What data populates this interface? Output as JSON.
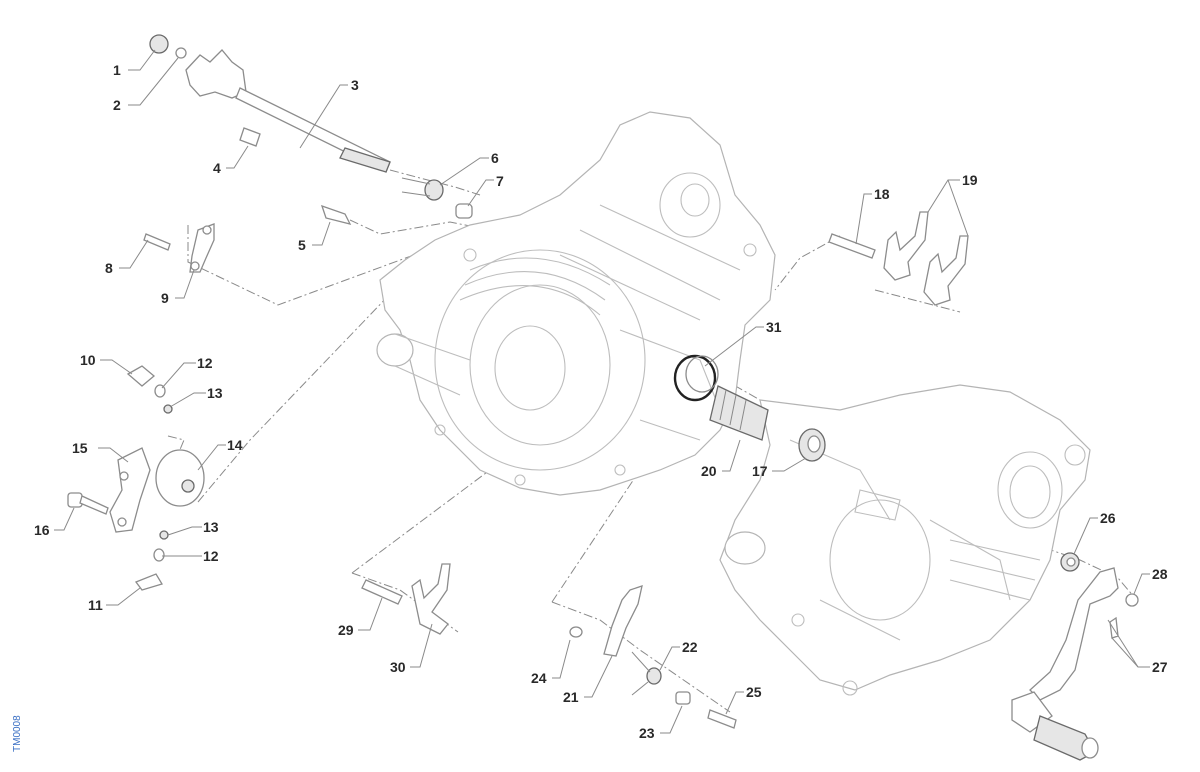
{
  "diagram": {
    "title": "Gearshift mechanism - exploded view",
    "drawing_code": "TM0008",
    "colors": {
      "callout_text": "#2a2a2a",
      "linework": "#8c8c8c",
      "drawing_code": "#3a6fc4"
    },
    "callouts": [
      {
        "id": "c1",
        "label": "1"
      },
      {
        "id": "c2",
        "label": "2"
      },
      {
        "id": "c3",
        "label": "3"
      },
      {
        "id": "c4",
        "label": "4"
      },
      {
        "id": "c5",
        "label": "5"
      },
      {
        "id": "c6",
        "label": "6"
      },
      {
        "id": "c7",
        "label": "7"
      },
      {
        "id": "c8",
        "label": "8"
      },
      {
        "id": "c9",
        "label": "9"
      },
      {
        "id": "c10",
        "label": "10"
      },
      {
        "id": "c11",
        "label": "11"
      },
      {
        "id": "c12a",
        "label": "12"
      },
      {
        "id": "c12b",
        "label": "12"
      },
      {
        "id": "c13a",
        "label": "13"
      },
      {
        "id": "c13b",
        "label": "13"
      },
      {
        "id": "c14",
        "label": "14"
      },
      {
        "id": "c15",
        "label": "15"
      },
      {
        "id": "c16",
        "label": "16"
      },
      {
        "id": "c17",
        "label": "17"
      },
      {
        "id": "c18",
        "label": "18"
      },
      {
        "id": "c19",
        "label": "19"
      },
      {
        "id": "c20",
        "label": "20"
      },
      {
        "id": "c21",
        "label": "21"
      },
      {
        "id": "c22",
        "label": "22"
      },
      {
        "id": "c23",
        "label": "23"
      },
      {
        "id": "c24",
        "label": "24"
      },
      {
        "id": "c25",
        "label": "25"
      },
      {
        "id": "c26",
        "label": "26"
      },
      {
        "id": "c27",
        "label": "27"
      },
      {
        "id": "c28",
        "label": "28"
      },
      {
        "id": "c29",
        "label": "29"
      },
      {
        "id": "c30",
        "label": "30"
      },
      {
        "id": "c31",
        "label": "31"
      }
    ]
  }
}
